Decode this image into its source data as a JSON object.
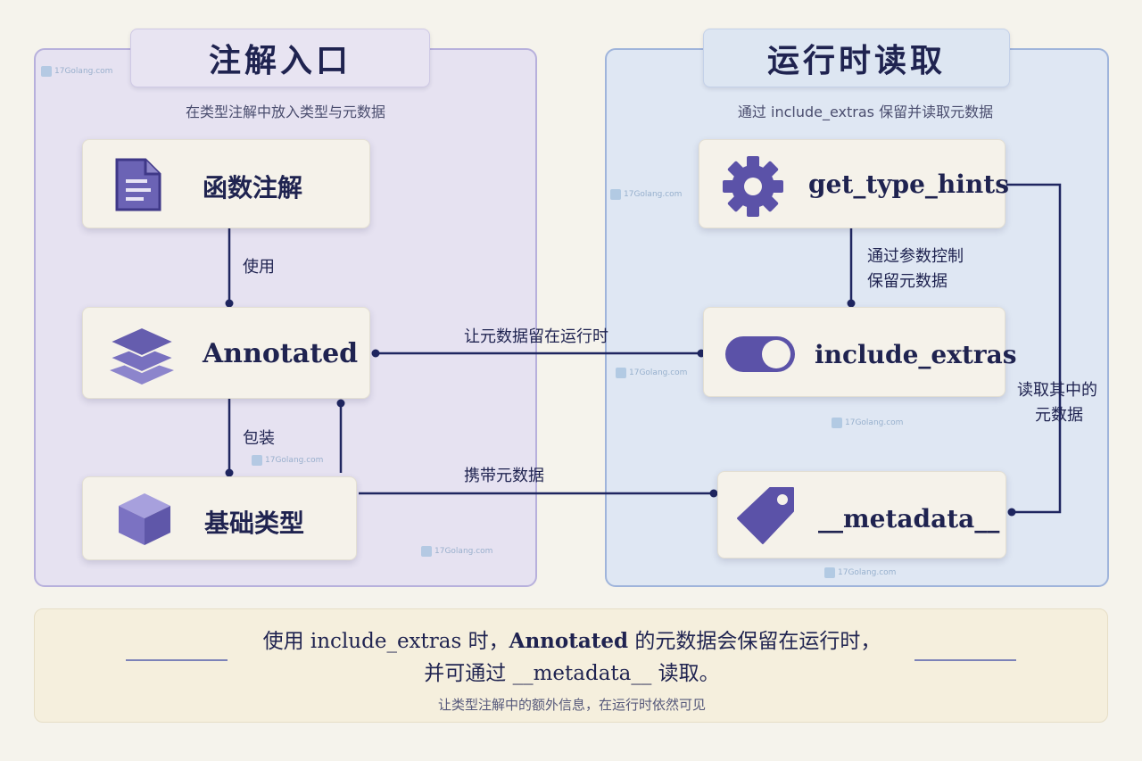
{
  "left_panel": {
    "title": "注解入口",
    "subtitle": "在类型注解中放入类型与元数据",
    "nodes": {
      "function_annotation": "函数注解",
      "annotated": "Annotated",
      "base_type": "基础类型"
    },
    "edges": {
      "use": "使用",
      "wrap": "包装"
    }
  },
  "right_panel": {
    "title": "运行时读取",
    "subtitle": "通过 include_extras 保留并读取元数据",
    "nodes": {
      "get_type_hints": "get_type_hints",
      "include_extras": "include_extras",
      "metadata": "__metadata__"
    },
    "edges": {
      "control_line1": "通过参数控制",
      "control_line2": "保留元数据",
      "read_line1": "读取其中的",
      "read_line2": "元数据"
    }
  },
  "cross_edges": {
    "keep_at_runtime": "让元数据留在运行时",
    "carry_metadata": "携带元数据"
  },
  "summary": {
    "line1_a": "使用 include_extras 时，",
    "line1_b": "Annotated",
    "line1_c": " 的元数据会保留在运行时，",
    "line2": "并可通过 __metadata__ 读取。",
    "footnote": "让类型注解中的额外信息，在运行时依然可见"
  },
  "watermark": "17Golang.com",
  "colors": {
    "accent": "#5b52a8",
    "ink": "#1f2350",
    "left_panel_bg": "#e6e2f1",
    "right_panel_bg": "#dfe7f3"
  },
  "icons": {
    "function_annotation": "document-icon",
    "annotated": "layers-icon",
    "base_type": "cube-icon",
    "get_type_hints": "gear-icon",
    "include_extras": "toggle-icon",
    "metadata": "tag-icon"
  }
}
